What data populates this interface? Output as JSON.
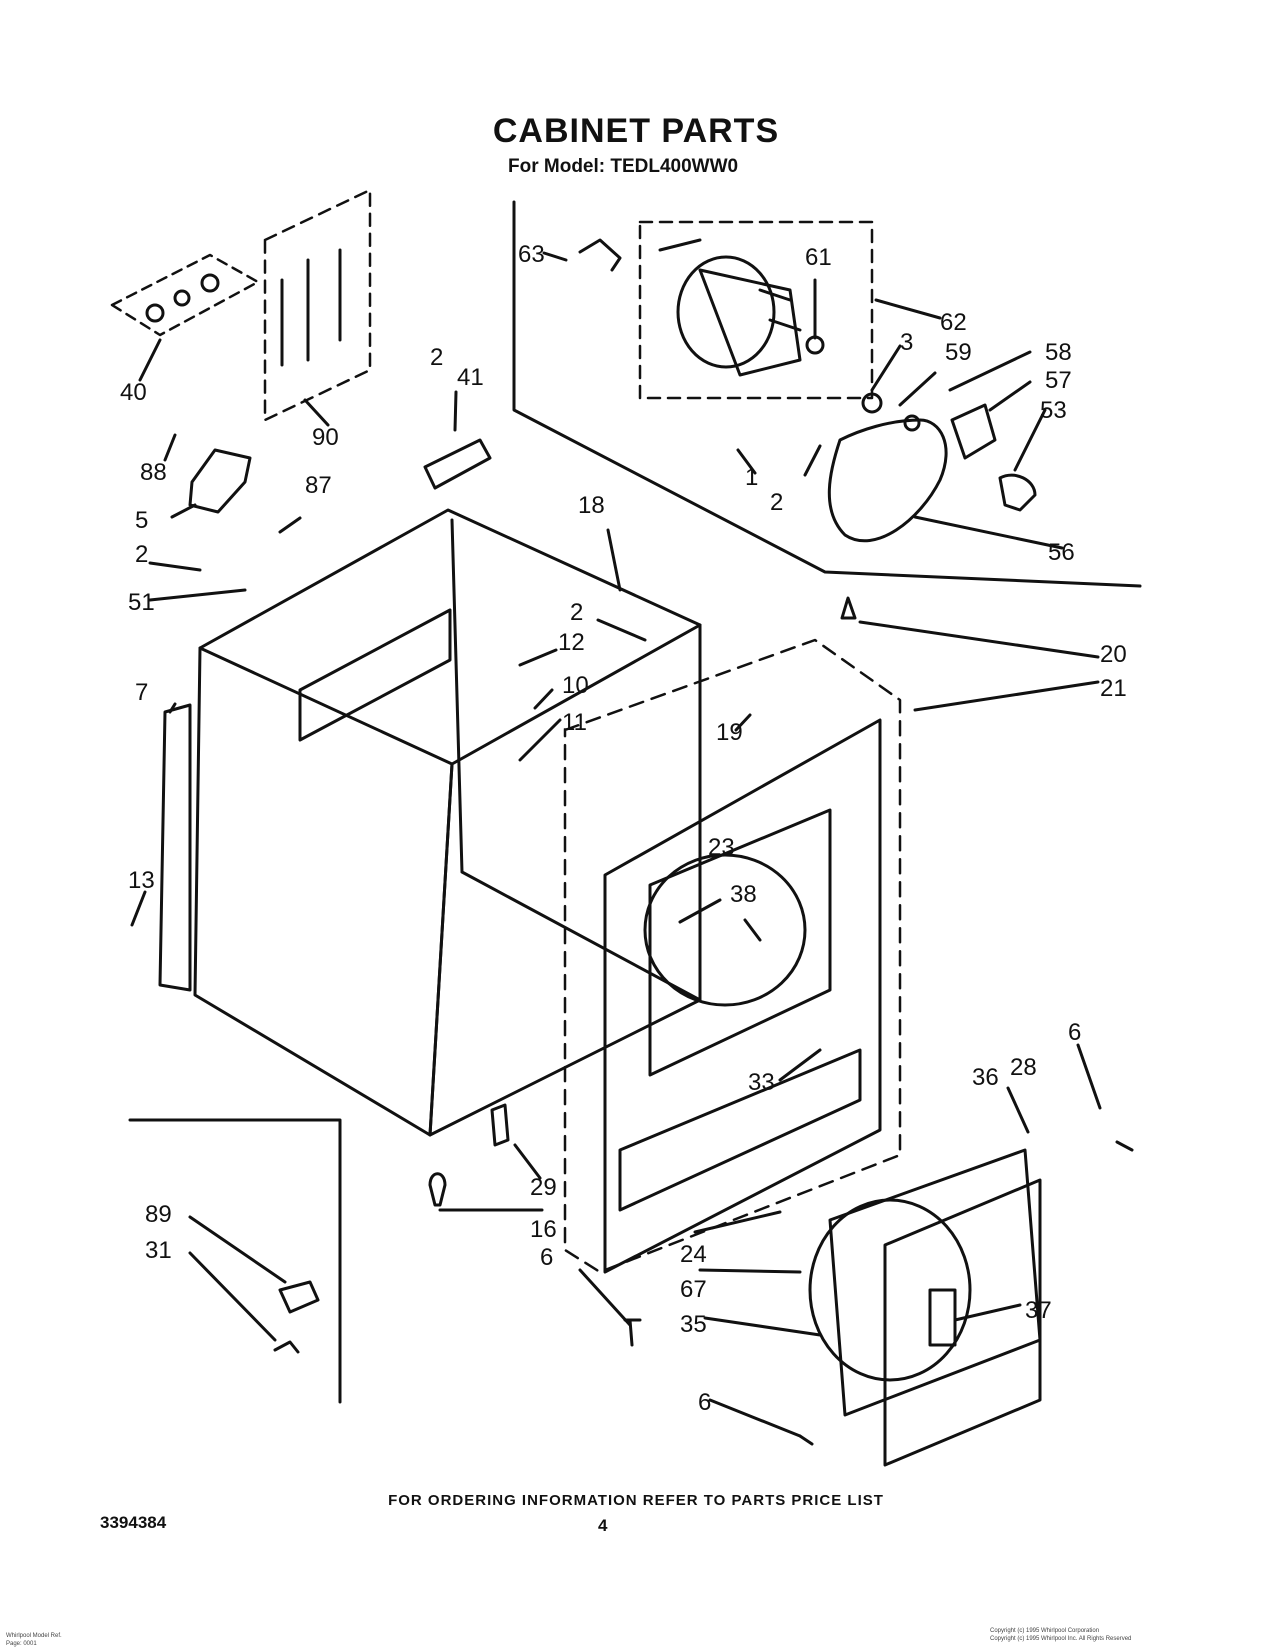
{
  "title": "CABINET PARTS",
  "subtitle": "For Model: TEDL400WW0",
  "footer": "FOR ORDERING INFORMATION REFER TO PARTS PRICE LIST",
  "document_number": "3394384",
  "page_number": "4",
  "fine_print": {
    "left_line1": "Whirlpool Model Ref.",
    "left_line2": "Page: 0001",
    "right_line1": "Copyright (c) 1995 Whirlpool Corporation",
    "right_line2": "Copyright (c) 1995 Whirlpool Inc. All Rights Reserved"
  },
  "callouts": [
    "1",
    "2",
    "3",
    "5",
    "6",
    "7",
    "10",
    "11",
    "12",
    "13",
    "16",
    "18",
    "19",
    "20",
    "21",
    "23",
    "24",
    "28",
    "29",
    "31",
    "33",
    "35",
    "36",
    "37",
    "38",
    "40",
    "41",
    "51",
    "53",
    "56",
    "57",
    "58",
    "59",
    "61",
    "62",
    "63",
    "67",
    "87",
    "88",
    "89",
    "90"
  ]
}
